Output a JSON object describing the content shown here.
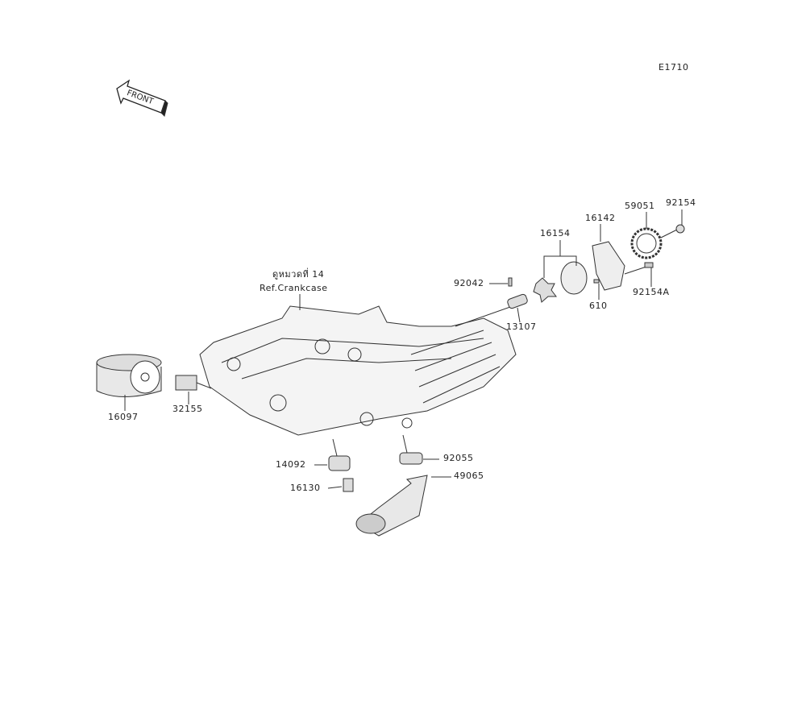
{
  "diagram": {
    "code": "E1710",
    "front_arrow": "FRONT",
    "ref_thai": "ดูหมวดที่ 14",
    "ref_label": "Ref.Crankcase",
    "parts": {
      "p16097": "16097",
      "p32155": "32155",
      "p14092": "14092",
      "p16130": "16130",
      "p92055": "92055",
      "p49065": "49065",
      "p92042": "92042",
      "p13107": "13107",
      "p16154": "16154",
      "p16142": "16142",
      "p59051": "59051",
      "p92154": "92154",
      "p92154A": "92154A",
      "p610": "610"
    }
  }
}
